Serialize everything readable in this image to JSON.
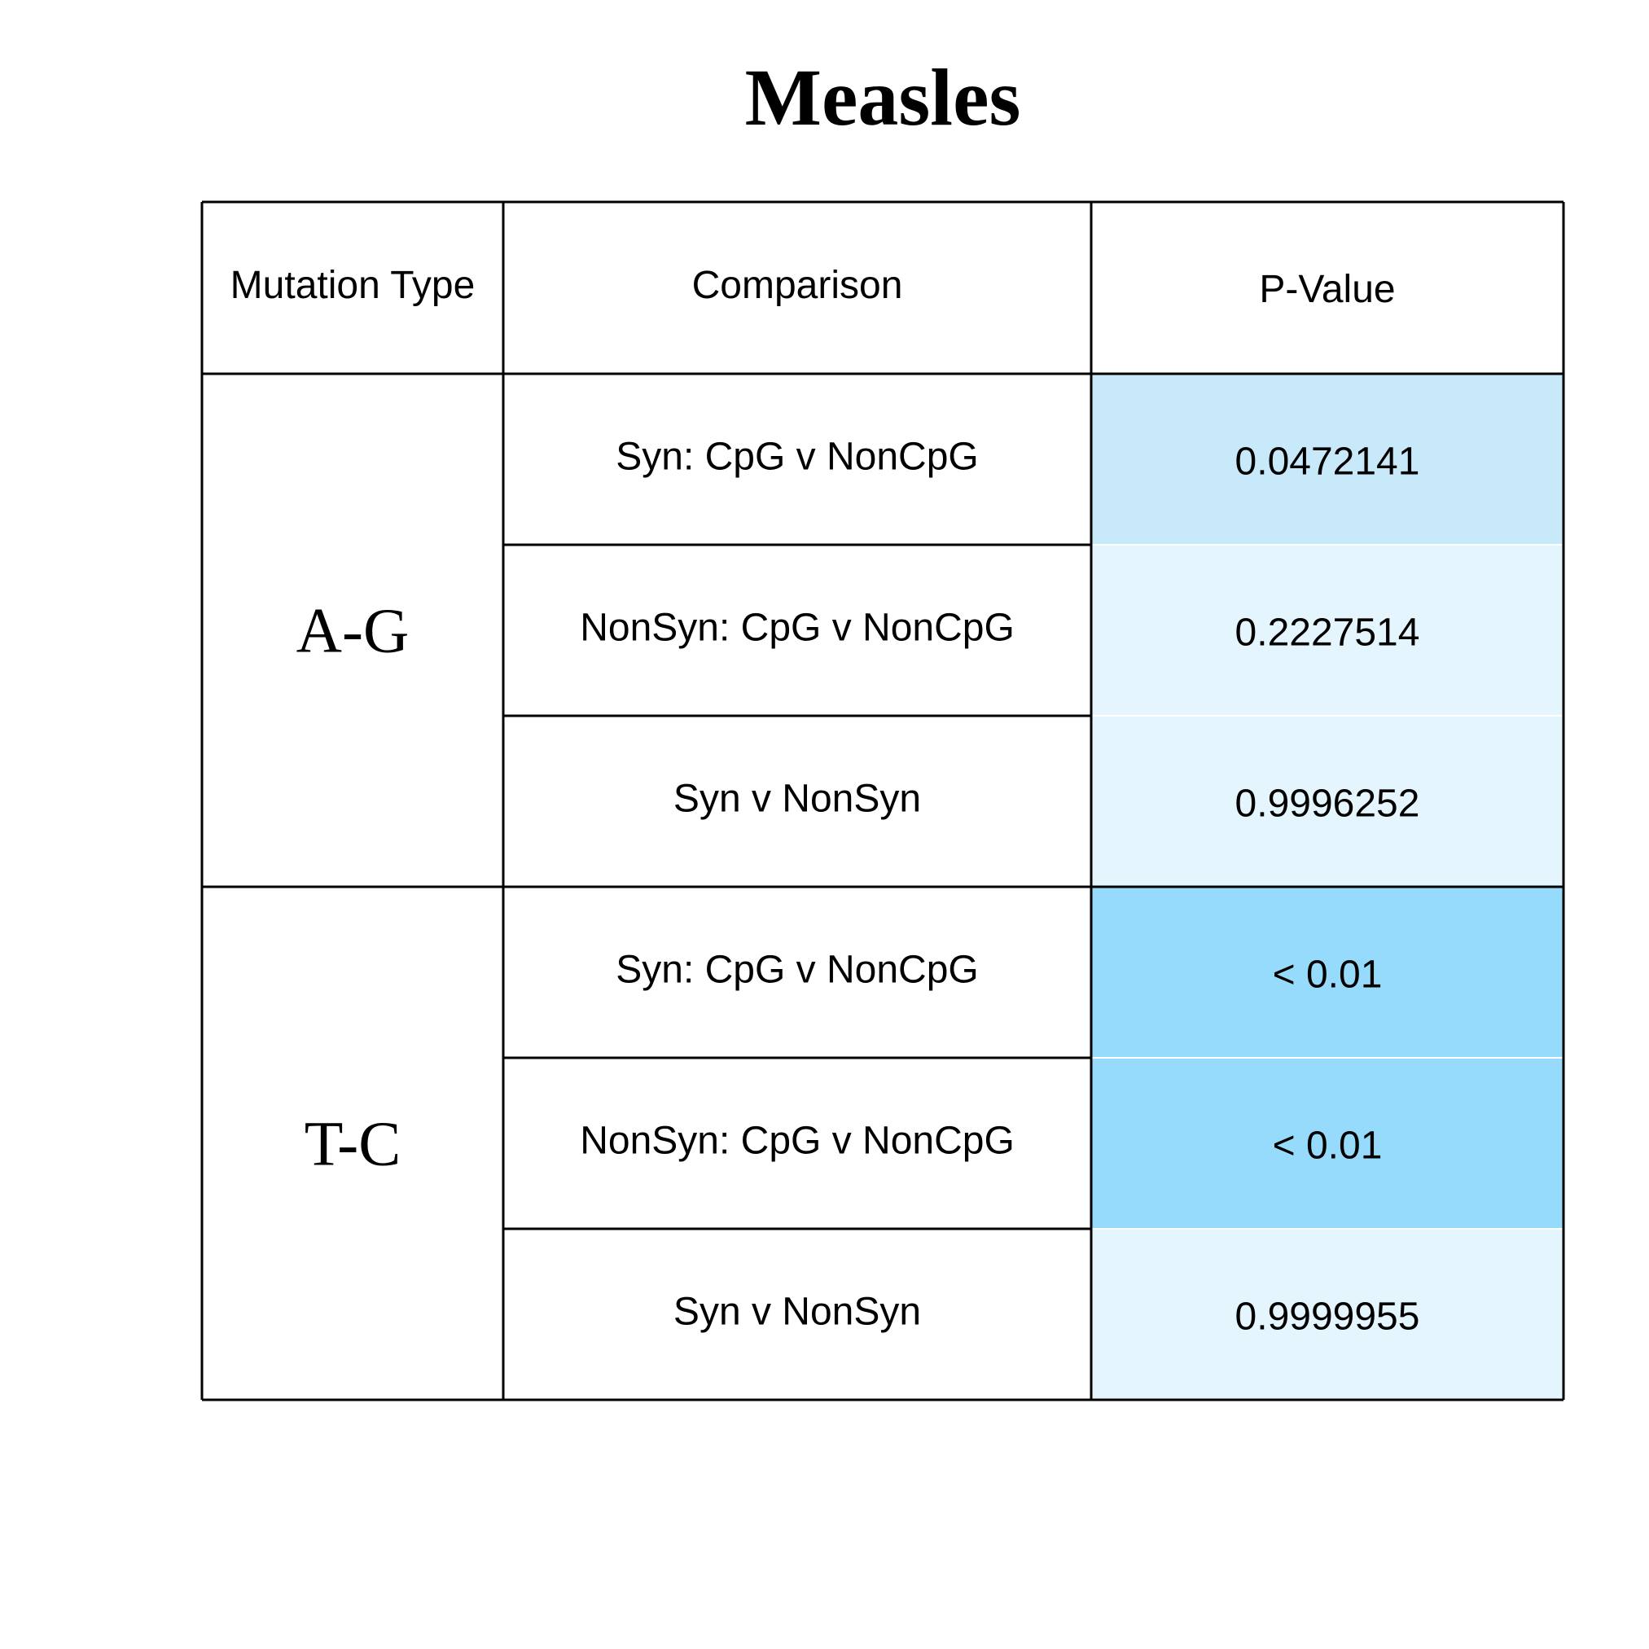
{
  "chart_data": {
    "type": "table",
    "title": "Measles",
    "columns": [
      "Mutation Type",
      "Comparison",
      "P-Value"
    ],
    "groups": [
      {
        "mutation_type": "A-G",
        "rows": [
          {
            "comparison": "Syn: CpG v NonCpG",
            "p_value": "0.0472141",
            "fill": "#c7e9fa"
          },
          {
            "comparison": "NonSyn: CpG v NonCpG",
            "p_value": "0.2227514",
            "fill": "#e4f5fd"
          },
          {
            "comparison": "Syn v NonSyn",
            "p_value": "0.9996252",
            "fill": "#e4f5fd"
          }
        ]
      },
      {
        "mutation_type": "T-C",
        "rows": [
          {
            "comparison": "Syn: CpG v NonCpG",
            "p_value": "< 0.01",
            "fill": "#97dbfc"
          },
          {
            "comparison": "NonSyn: CpG v NonCpG",
            "p_value": "< 0.01",
            "fill": "#97dbfc"
          },
          {
            "comparison": "Syn v NonSyn",
            "p_value": "0.9999955",
            "fill": "#e4f5fd"
          }
        ]
      }
    ]
  }
}
